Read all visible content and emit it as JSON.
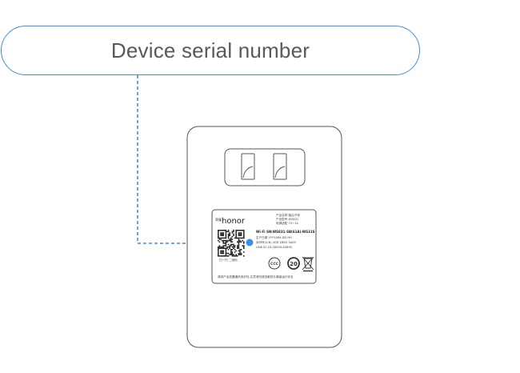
{
  "callout": {
    "label": "Device serial number"
  },
  "label_sticker": {
    "brand": "honor",
    "brand_small": "荣耀",
    "info_lines": [
      "产品名称  路由子母",
      "产品型号  WS831",
      "电源适配  7V⎓1A"
    ],
    "model_code": "Wi-Fi SN:WS831-SB(61A)-WS31S",
    "detail_lines": [
      "生产日期  YYYY-MM-DD HH",
      "序列号(S/N)  40D 4B0D 3A09",
      "LINK ID  1D:2B500:A2B95",
      "  "
    ],
    "qr_caption": "扫一扫 二维码",
    "cert_1": "CCC",
    "cert_2": "20",
    "footer_note": "请将产品放置通风良好处,注意请勿遮挡散热孔确保运行安全"
  },
  "colors": {
    "accent": "#3a8fe6",
    "outline": "#555555",
    "text": "#555a60"
  }
}
